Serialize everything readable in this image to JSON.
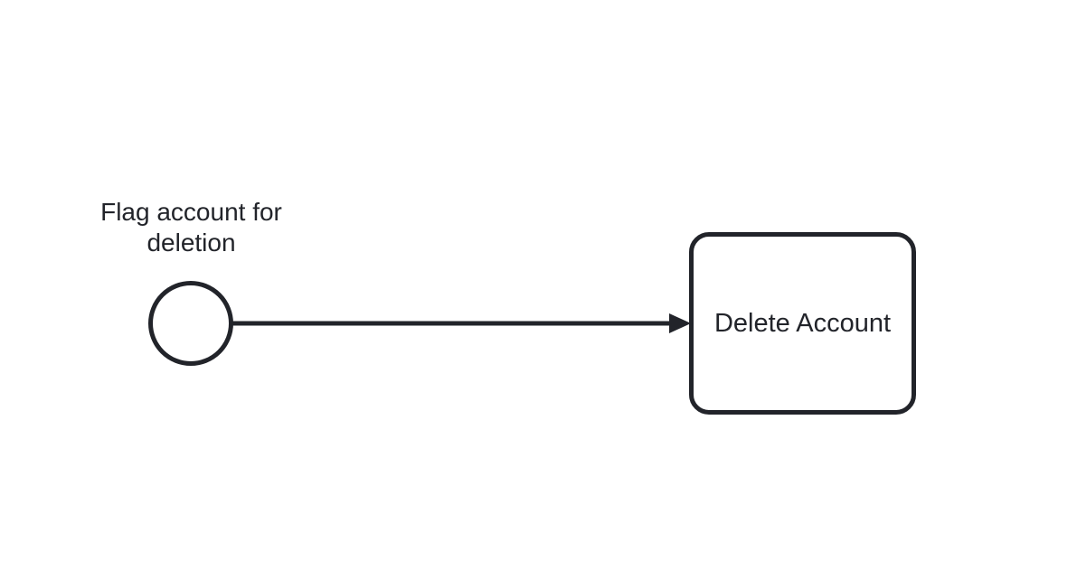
{
  "diagram": {
    "type": "bpmn-process",
    "background_color": "#ffffff",
    "stroke_color": "#22242a",
    "text_color": "#22242a",
    "start_event": {
      "shape": "circle",
      "label": "Flag account for\ndeletion"
    },
    "task": {
      "shape": "rounded-rectangle",
      "label": "Delete Account"
    },
    "sequence_flow": {
      "from": "start-event",
      "to": "task",
      "style": "solid",
      "arrowhead": "filled-triangle"
    }
  }
}
